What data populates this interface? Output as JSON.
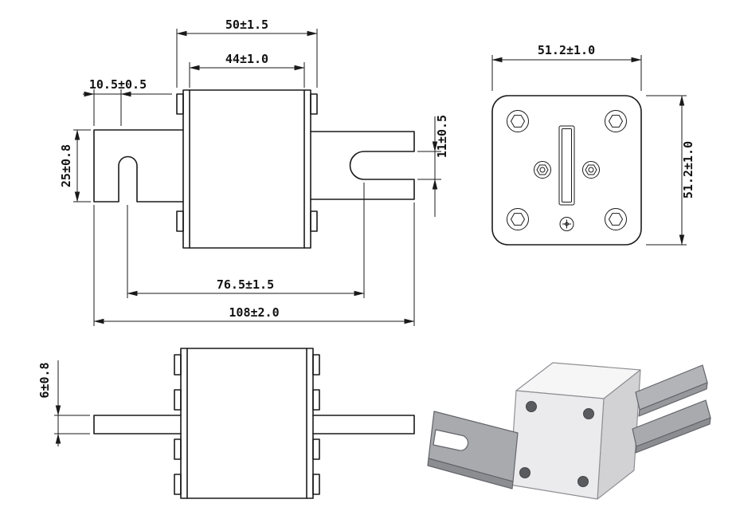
{
  "page": {
    "background": "#ffffff",
    "line_color": "#1a1a1a",
    "description": "Technical dimension drawing of a square-body fuse link with blade terminals: front view, end (flange) view, top view and 3D isometric rendering"
  },
  "views": {
    "front": {
      "dims": {
        "cap_width": "50±1.5",
        "body_width": "44±1.0",
        "slot_offset": "10.5±0.5",
        "blade_height": "25±0.8",
        "fork_slot": "11±0.5",
        "slot_to_fork": "76.5±1.5",
        "overall_length": "108±2.0"
      }
    },
    "end": {
      "dims": {
        "flange_width": "51.2±1.0",
        "flange_height": "51.2±1.0"
      }
    },
    "top": {
      "dims": {
        "blade_thickness": "6±0.8"
      }
    }
  },
  "colors": {
    "iso_body_top": "#f6f6f7",
    "iso_body_front": "#ebebed",
    "iso_body_right": "#d2d2d5",
    "iso_blade": "#a9aaae",
    "iso_blade_edge": "#8c8d91",
    "iso_screw": "#5a5b5f"
  }
}
